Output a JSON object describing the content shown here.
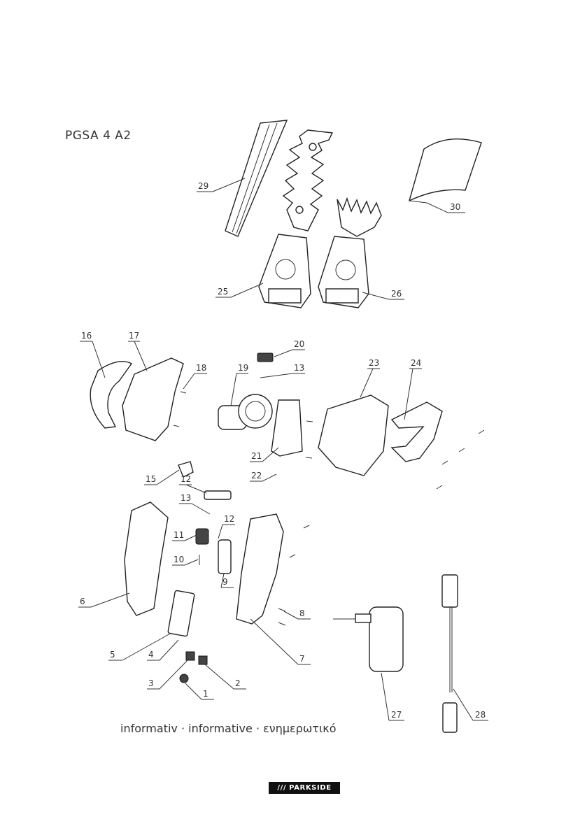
{
  "model": "PGSA 4 A2",
  "caption": "informativ · informative · ενημερωτικό",
  "brand": "/// PARKSIDE",
  "callouts": [
    "29",
    "30",
    "25",
    "26",
    "16",
    "17",
    "18",
    "19",
    "20",
    "13",
    "23",
    "24",
    "21",
    "22",
    "15",
    "12",
    "13",
    "11",
    "12",
    "10",
    "9",
    "6",
    "5",
    "4",
    "3",
    "1",
    "2",
    "8",
    "7",
    "27",
    "28"
  ]
}
